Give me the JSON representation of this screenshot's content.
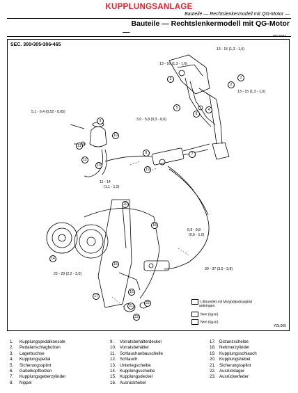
{
  "header": {
    "section": "KUPPLUNGSANLAGE",
    "breadcrumb": "Bauteile — Rechtslenkermodell mit QG-Motor —",
    "title": "Bauteile — Rechtslenkermodell mit QG-Motor",
    "title_dash": "—"
  },
  "diagram": {
    "section_label": "SEC. 300•305•306•465",
    "code_top": "NDL0047",
    "code_bottom": "YDL005",
    "torques": [
      "13 - 15 (1,3 - 1,6)",
      "13 - 16 (1,3 - 1,6)",
      "13 - 15 (1,3 - 1,6)",
      "5,1 - 6,4 (0,52 - 0,65)",
      "3,0 - 5,8 (0,3 - 0,6)",
      "11 - 14",
      "(1,1 - 1,5)",
      "5,9 - 9,8",
      "(0,6 - 1,0)",
      "22 - 29 (2,2 - 3,0)",
      "30 - 37 (3,0 - 3,8)"
    ],
    "legend": [
      "Lithiumfett mit Molybdändisulphid",
      "anbringen.",
      "N•m (kg-m)",
      "N•m (kg-m)"
    ],
    "markers": [
      "1",
      "2",
      "3",
      "4",
      "5",
      "6",
      "7",
      "8",
      "9",
      "10",
      "11",
      "12",
      "13",
      "14",
      "15",
      "16",
      "17",
      "18",
      "19",
      "20",
      "21",
      "22",
      "23"
    ]
  },
  "parts": [
    [
      {
        "n": "1.",
        "t": "Kupplungspedalkonsole"
      },
      {
        "n": "2.",
        "t": "Pedalanschlagbolzen"
      },
      {
        "n": "3.",
        "t": "Lagerbuchse"
      },
      {
        "n": "4.",
        "t": "Kupplungspedal"
      },
      {
        "n": "5.",
        "t": "Sicherungssplint"
      },
      {
        "n": "6.",
        "t": "Gabelkopfbolzen"
      },
      {
        "n": "7.",
        "t": "Kupplungsgeberzylinder"
      },
      {
        "n": "8.",
        "t": "Nippel"
      }
    ],
    [
      {
        "n": "9.",
        "t": "Vorratsbehälterdeckel"
      },
      {
        "n": "10.",
        "t": "Vorratsbehälter"
      },
      {
        "n": "11.",
        "t": "Schlauchanbauschelle"
      },
      {
        "n": "12.",
        "t": "Schlauch"
      },
      {
        "n": "13.",
        "t": "Unterlegscheibe"
      },
      {
        "n": "14.",
        "t": "Kupplungsscheibe"
      },
      {
        "n": "15.",
        "t": "Kupplungsdeckel"
      },
      {
        "n": "16.",
        "t": "Ausrückhebel"
      }
    ],
    [
      {
        "n": "17.",
        "t": "Distanzscheibe"
      },
      {
        "n": "18.",
        "t": "Nehmerzylinder"
      },
      {
        "n": "19.",
        "t": "Kupplungsschlauch"
      },
      {
        "n": "20.",
        "t": "Kupplungshebel"
      },
      {
        "n": "21.",
        "t": "Sicherungssplint"
      },
      {
        "n": "22.",
        "t": "Ausrücklager"
      },
      {
        "n": "23.",
        "t": "Ausrückerfeder"
      }
    ]
  ]
}
